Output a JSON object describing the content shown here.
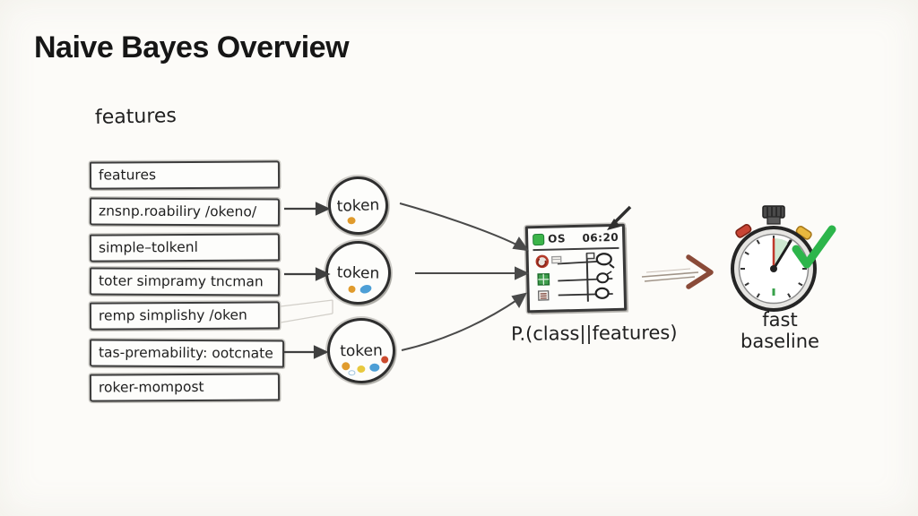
{
  "title": "Naive Bayes Overview",
  "features_label": "features",
  "feature_boxes": [
    "features",
    "znsnp.roabiliry /okeno/",
    "simple–tolkenl",
    "toter simpramy tncman",
    "remp simplishy /oken",
    "tas-premability: ootcnate",
    "roker-mompost"
  ],
  "token_labels": [
    "token",
    "token",
    "token"
  ],
  "panel": {
    "header_left": "OS",
    "header_right": "06:20"
  },
  "formula": "P.(class||features)",
  "result_label": "fast baseline",
  "colors": {
    "ink": "#2e2e2e",
    "check_green": "#2db54b",
    "badge_green": "#3cb54a",
    "grid_green": "#3f9e4d",
    "arrowhead_brown": "#8a4a38",
    "pusher_red": "#c84434",
    "pusher_yellow": "#e9b83e",
    "dot_orange": "#e09b2d",
    "dot_blue": "#4d9fd6",
    "dot_yellow": "#e8c93f",
    "dot_red": "#cc4b2e"
  }
}
